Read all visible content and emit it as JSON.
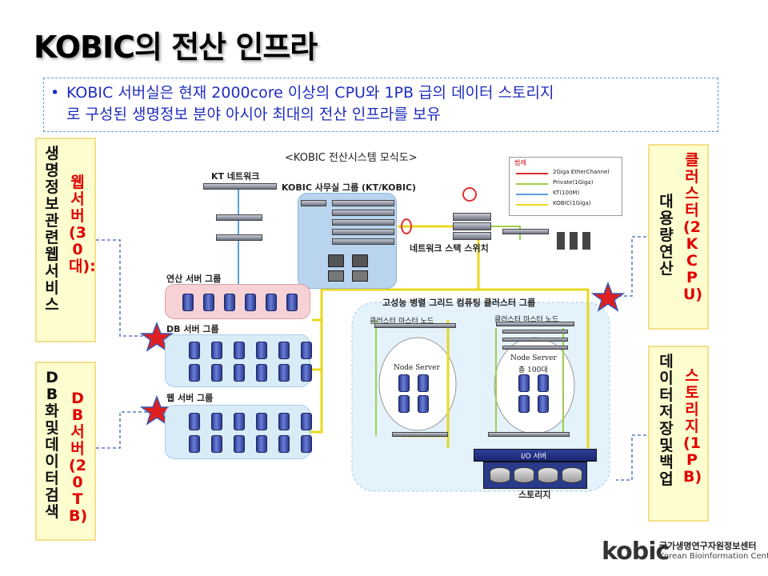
{
  "title": "KOBIC의 전산 인프라",
  "summary": {
    "bullet": "•",
    "line1": "KOBIC 서버실은 현재 2000core 이상의 CPU와 1PB 급의 데이터 스토리지",
    "line2": "로 구성된 생명정보 분야 아시아 최대의 전산 인프라를 보유"
  },
  "left_box_1": {
    "main": "생명정보관련 웹서비스",
    "side": "웹서버(30대):"
  },
  "left_box_2": {
    "main": "DB화 및 데이터 검색",
    "side": "DB서버(20TB)"
  },
  "right_box_1": {
    "main": "대용량 연산",
    "side": "클러스터(2K CPU)"
  },
  "right_box_2": {
    "main": "데이터 저장 및 백업",
    "side": "스토리지(1PB)"
  },
  "diagram": {
    "caption": "<KOBIC 전산시스템 모식도>",
    "kt_network": "KT 네트워크",
    "office_group": "KOBIC 사무실 그룹 (KT/KOBIC)",
    "network_switch": "네트워크 스택 스위치",
    "compute_group": "연산 서버 그룹",
    "db_group": "DB 서버 그룹",
    "web_group": "웹 서버 그룹",
    "grid_cluster": "고성능 병렬 그리드 컴퓨팅 클러스터 그룹",
    "master_node_1": "클러스터 마스터 노드",
    "master_node_2": "클러스터 마스터 노드",
    "node_server_1": "Node Server",
    "node_server_2": "Node Server",
    "node_count": "총 100대",
    "io_server": "I/O 서버",
    "storage": "스토리지",
    "legend": {
      "title": "범례",
      "items": [
        "2Giga EtherChannel",
        "Private(1Giga)",
        "KT(100M)",
        "KOBIC(1Giga)"
      ],
      "colors": [
        "#e03030",
        "#9ccf4a",
        "#5aa0e0",
        "#e8d820"
      ]
    }
  },
  "logo": {
    "text": "kobic",
    "org_kr": "국가생명연구자원정보센터",
    "org_en": "Korean Bioinformation Center"
  },
  "colors": {
    "summary_text": "#1f2dbf",
    "highlight_red": "#e00000",
    "side_box_bg": "#fdfdcf",
    "star": "#e02020",
    "compute_group_bg": "#f6d2d6",
    "db_group_bg": "#d8ecf8",
    "office_bg": "#b8d4ee"
  }
}
